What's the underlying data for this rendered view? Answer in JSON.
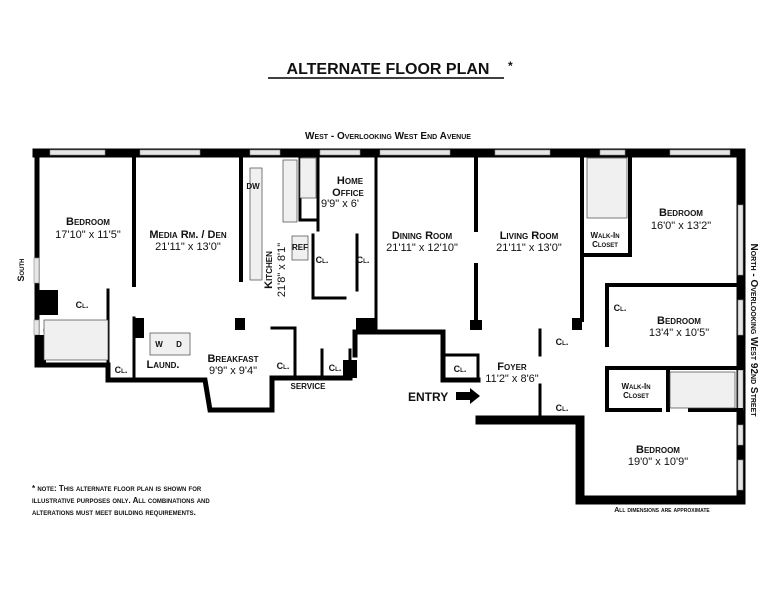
{
  "title": "ALTERNATE FLOOR PLAN",
  "title_mark": "*",
  "orientation": {
    "top": "West - Overlooking West End Avenue",
    "left": "South",
    "right": "North - Overlooking West 92nd Street"
  },
  "rooms": {
    "bedroom_sw": {
      "name": "Bedroom",
      "dims": "17'10\"  x  11'5\""
    },
    "media": {
      "name": "Media Rm. / Den",
      "dims": "21'11\"  x  13'0\""
    },
    "kitchen": {
      "name": "Kitchen",
      "dims": "21'8\"  x  8'1\""
    },
    "home_office": {
      "name1": "Home",
      "name2": "Office",
      "dims": "9'9\"  x  6'"
    },
    "dining": {
      "name": "Dining Room",
      "dims": "21'11\"  x  12'10\""
    },
    "living": {
      "name": "Living Room",
      "dims": "21'11\"  x  13'0\""
    },
    "bedroom_nw": {
      "name": "Bedroom",
      "dims": "16'0\"  x  13'2\""
    },
    "bedroom_mid": {
      "name": "Bedroom",
      "dims": "13'4\"  x  10'5\""
    },
    "bedroom_ne": {
      "name": "Bedroom",
      "dims": "19'0\"  x  10'9\""
    },
    "breakfast": {
      "name": "Breakfast",
      "dims": "9'9\"  x  9'4\""
    },
    "foyer": {
      "name": "Foyer",
      "dims": "11'2\"  x  8'6\""
    },
    "laundry": {
      "name": "Laund."
    },
    "walkin_1": {
      "l1": "Walk-In",
      "l2": "Closet"
    },
    "walkin_2": {
      "l1": "Walk-In",
      "l2": "Closet"
    }
  },
  "fixtures": {
    "dw": "DW",
    "ref": "REF",
    "washer": "W",
    "dryer": "D"
  },
  "closet_label": "Cl.",
  "service": "SERVICE",
  "entry": "ENTRY",
  "note": [
    "* note: This alternate floor plan is shown for",
    "illustrative purposes only.  All combinations and",
    "alterations must meet building requirements."
  ],
  "disclaimer": "All dimensions are approximate"
}
